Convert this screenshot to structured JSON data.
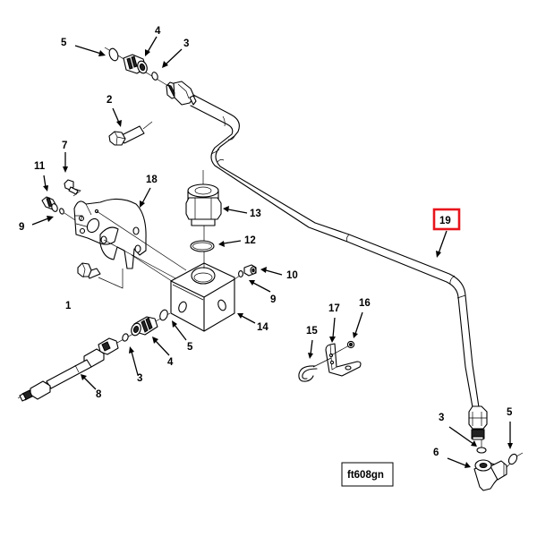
{
  "diagram": {
    "type": "exploded parts diagram",
    "figure_id": "ft608gn",
    "highlighted_callout": "19",
    "highlight_color": "#e8141c",
    "callouts": [
      {
        "id": "c5a",
        "label": "5",
        "part": "o-ring"
      },
      {
        "id": "c4a",
        "label": "4",
        "part": "fitting"
      },
      {
        "id": "c3a",
        "label": "3",
        "part": "o-ring"
      },
      {
        "id": "c2",
        "label": "2",
        "part": "bolt"
      },
      {
        "id": "c7",
        "label": "7",
        "part": "screw"
      },
      {
        "id": "c11",
        "label": "11",
        "part": "fitting"
      },
      {
        "id": "c9a",
        "label": "9",
        "part": "o-ring"
      },
      {
        "id": "c18",
        "label": "18",
        "part": "bracket"
      },
      {
        "id": "c13",
        "label": "13",
        "part": "adapter fitting"
      },
      {
        "id": "c12",
        "label": "12",
        "part": "o-ring"
      },
      {
        "id": "c10",
        "label": "10",
        "part": "plug"
      },
      {
        "id": "c9b",
        "label": "9",
        "part": "o-ring"
      },
      {
        "id": "c1",
        "label": "1",
        "part": "bolt"
      },
      {
        "id": "c14",
        "label": "14",
        "part": "manifold block"
      },
      {
        "id": "c5b",
        "label": "5",
        "part": "o-ring"
      },
      {
        "id": "c4b",
        "label": "4",
        "part": "fitting"
      },
      {
        "id": "c3b",
        "label": "3",
        "part": "o-ring"
      },
      {
        "id": "c8",
        "label": "8",
        "part": "tube assembly"
      },
      {
        "id": "c19",
        "label": "19",
        "part": "tube assembly"
      },
      {
        "id": "c17",
        "label": "17",
        "part": "clip bracket"
      },
      {
        "id": "c16",
        "label": "16",
        "part": "nut"
      },
      {
        "id": "c15",
        "label": "15",
        "part": "clip"
      },
      {
        "id": "c3c",
        "label": "3",
        "part": "o-ring"
      },
      {
        "id": "c5c",
        "label": "5",
        "part": "o-ring"
      },
      {
        "id": "c6",
        "label": "6",
        "part": "elbow fitting"
      }
    ]
  }
}
